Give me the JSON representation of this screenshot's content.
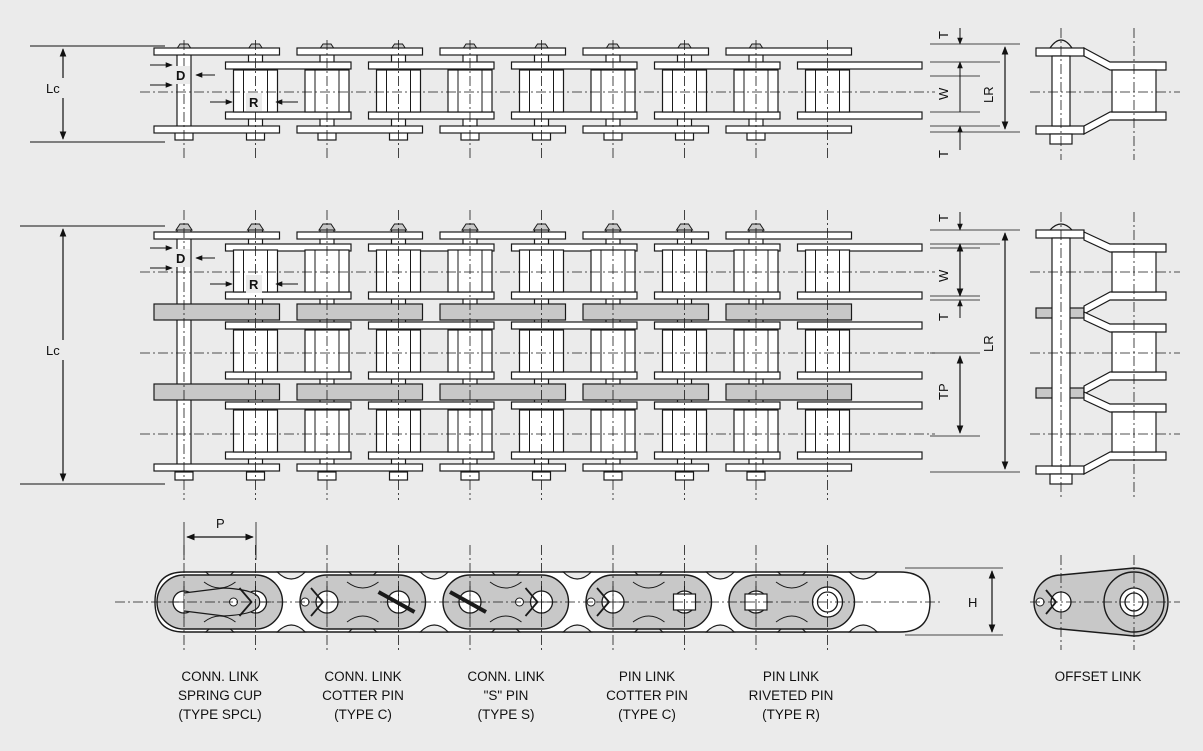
{
  "labels": {
    "lc": "Lc",
    "d": "D",
    "r": "R",
    "t": "T",
    "w": "W",
    "lr": "LR",
    "tp": "TP",
    "p": "P",
    "h": "H"
  },
  "captions": [
    {
      "line1": "CONN. LINK",
      "line2": "SPRING CUP",
      "line3": "(TYPE SPCL)"
    },
    {
      "line1": "CONN. LINK",
      "line2": "COTTER PIN",
      "line3": "(TYPE C)"
    },
    {
      "line1": "CONN. LINK",
      "line2": "\"S\" PIN",
      "line3": "(TYPE S)"
    },
    {
      "line1": "PIN LINK",
      "line2": "COTTER PIN",
      "line3": "(TYPE C)"
    },
    {
      "line1": "PIN LINK",
      "line2": "RIVETED PIN",
      "line3": "(TYPE R)"
    }
  ],
  "offset_caption": "OFFSET LINK",
  "colors": {
    "background": "#ebebeb",
    "plate": "#ffffff",
    "shaded": "#c8c8c8",
    "line": "#1a1a1a"
  }
}
